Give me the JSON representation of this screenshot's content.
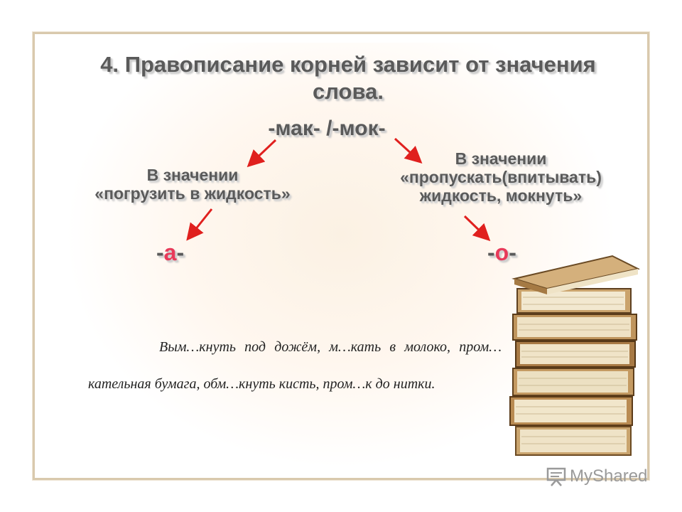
{
  "slide": {
    "heading": "4. Правописание корней зависит от значения слова.",
    "root": "-мак- /-мок-",
    "left_meaning_line1": "В значении",
    "left_meaning_line2": "«погрузить в жидкость»",
    "right_meaning_line1": "В значении",
    "right_meaning_line2": "«пропускать(впитывать)",
    "right_meaning_line3": "жидкость, мокнуть»",
    "left_letter_prefix": "-",
    "left_letter": "а",
    "left_letter_suffix": "-",
    "right_letter_prefix": "-",
    "right_letter": "о",
    "right_letter_suffix": "-",
    "exercise": "Вым…кнуть под дожём, м…кать в молоко, пром…кательная бумага, обм…кнуть кисть, пром…к до нитки."
  },
  "watermark": {
    "brand": "MyShared"
  },
  "colors": {
    "arrow": "#e0201e",
    "highlight": "#e83a5a",
    "text": "#5a5a5a",
    "frame": "#d9c9ad"
  }
}
